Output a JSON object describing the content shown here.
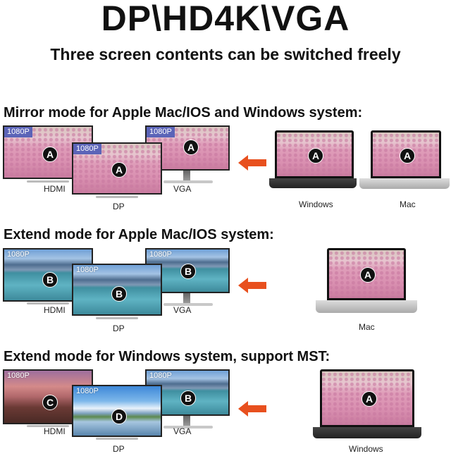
{
  "header": {
    "title": "DP\\HD4K\\VGA",
    "subtitle": "Three screen contents can be switched freely"
  },
  "colors": {
    "arrow": "#e8501e",
    "resolution_badge": "#5b64b8",
    "marker": "#111111"
  },
  "sections": [
    {
      "heading": "Mirror mode for Apple Mac/IOS and Windows system:",
      "displays": [
        {
          "port": "HDMI",
          "resolution": "1080P",
          "content": "A"
        },
        {
          "port": "DP",
          "resolution": "1080P",
          "content": "A"
        },
        {
          "port": "VGA",
          "resolution": "1080P",
          "content": "A"
        }
      ],
      "arrow_icon": "arrow-left-icon",
      "sources": [
        {
          "os": "Windows",
          "content": "A"
        },
        {
          "os": "Mac",
          "content": "A"
        }
      ]
    },
    {
      "heading": "Extend mode for Apple Mac/IOS system:",
      "displays": [
        {
          "port": "HDMI",
          "resolution": "1080P",
          "content": "B"
        },
        {
          "port": "DP",
          "resolution": "1080P",
          "content": "B"
        },
        {
          "port": "VGA",
          "resolution": "1080P",
          "content": "B"
        }
      ],
      "arrow_icon": "arrow-left-icon",
      "sources": [
        {
          "os": "Mac",
          "content": "A"
        }
      ]
    },
    {
      "heading": "Extend mode for Windows system, support MST:",
      "displays": [
        {
          "port": "HDMI",
          "resolution": "1080P",
          "content": "C"
        },
        {
          "port": "DP",
          "resolution": "1080P",
          "content": "D"
        },
        {
          "port": "VGA",
          "resolution": "1080P",
          "content": "B"
        }
      ],
      "arrow_icon": "arrow-left-icon",
      "sources": [
        {
          "os": "Windows",
          "content": "A"
        }
      ]
    }
  ]
}
